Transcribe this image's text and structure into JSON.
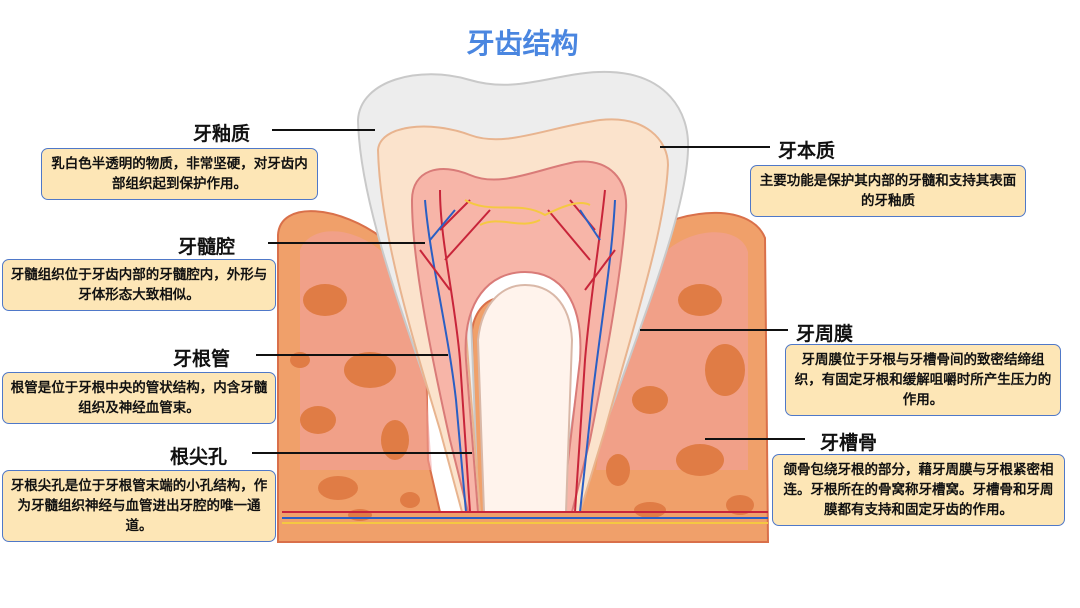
{
  "title": "牙齿结构",
  "colors": {
    "title": "#4a86e0",
    "box_fill": "#fde6b6",
    "box_border": "#4f78c8",
    "enamel": "#ededed",
    "dentin": "#fbe3cc",
    "pulp": "#f7b5a8",
    "gum": "#f2a0a0",
    "bone": "#f0a06a",
    "artery": "#c8253a",
    "vein": "#2a5fc4",
    "nerve": "#f5c842"
  },
  "parts": [
    {
      "id": "enamel",
      "label": "牙釉质",
      "desc": "乳白色半透明的物质，非常坚硬，对牙齿内部组织起到保护作用。"
    },
    {
      "id": "pulp-cavity",
      "label": "牙髓腔",
      "desc": "牙髓组织位于牙齿内部的牙髓腔内，外形与牙体形态大致相似。"
    },
    {
      "id": "root-canal",
      "label": "牙根管",
      "desc": "根管是位于牙根中央的管状结构，内含牙髓组织及神经血管束。"
    },
    {
      "id": "apical-foramen",
      "label": "根尖孔",
      "desc": "牙根尖孔是位于牙根管末端的小孔结构，作为牙髓组织神经与血管进出牙腔的唯一通道。"
    },
    {
      "id": "dentin",
      "label": "牙本质",
      "desc": "主要功能是保护其内部的牙髓和支持其表面的牙釉质"
    },
    {
      "id": "periodontal-membrane",
      "label": "牙周膜",
      "desc": "牙周膜位于牙根与牙槽骨间的致密结缔组织，有固定牙根和缓解咀嚼时所产生压力的作用。"
    },
    {
      "id": "alveolar-bone",
      "label": "牙槽骨",
      "desc": "颌骨包绕牙根的部分，藉牙周膜与牙根紧密相连。牙根所在的骨窝称牙槽窝。牙槽骨和牙周膜都有支持和固定牙齿的作用。"
    }
  ]
}
